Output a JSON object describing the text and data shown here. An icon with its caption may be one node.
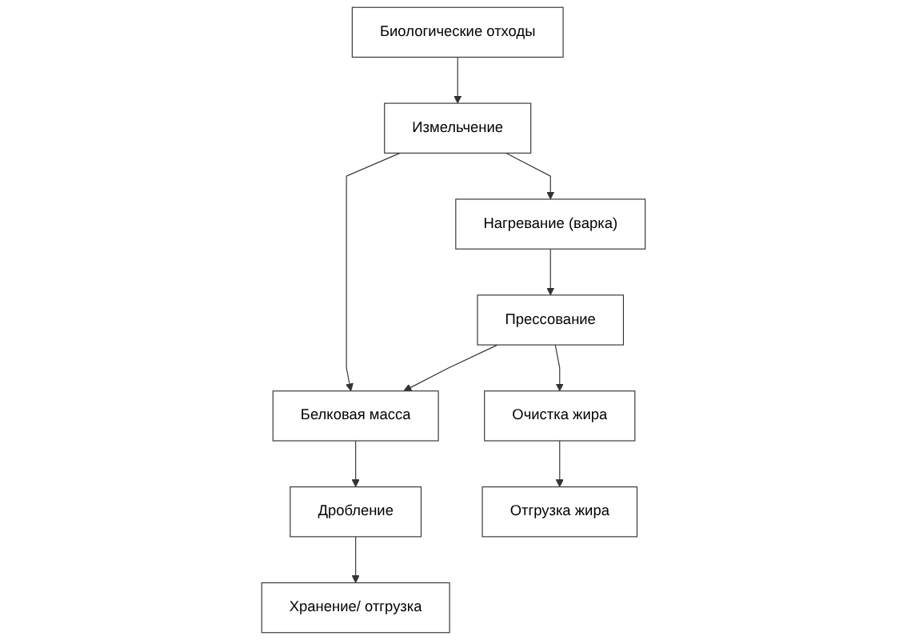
{
  "diagram": {
    "nodes": [
      {
        "text": [
          "Биологические отходы"
        ]
      },
      {
        "text": [
          "Измельчение"
        ]
      },
      {
        "text": [
          "Нагревание (варка)"
        ]
      },
      {
        "text": [
          "Белковая масса"
        ]
      },
      {
        "text": [
          "Прессование"
        ]
      },
      {
        "text": [
          "Дробление"
        ]
      },
      {
        "text": [
          "Очистка жира"
        ]
      },
      {
        "text": [
          "Хранение/ отгрузка"
        ]
      },
      {
        "text": [
          "Отгрузка жира"
        ]
      }
    ],
    "edges": [
      {
        "from": 0,
        "to": 1,
        "arrow": "to"
      },
      {
        "from": 1,
        "to": 2,
        "arrow": "to"
      },
      {
        "from": 1,
        "to": 3,
        "arrow": "to"
      },
      {
        "from": 2,
        "to": 4,
        "arrow": "to"
      },
      {
        "from": 4,
        "to": 3,
        "arrow": "to"
      },
      {
        "from": 3,
        "to": 5,
        "arrow": "to"
      },
      {
        "from": 4,
        "to": 6,
        "arrow": "to"
      },
      {
        "from": 5,
        "to": 7,
        "arrow": "to"
      },
      {
        "from": 6,
        "to": 8,
        "arrow": "to"
      }
    ]
  }
}
